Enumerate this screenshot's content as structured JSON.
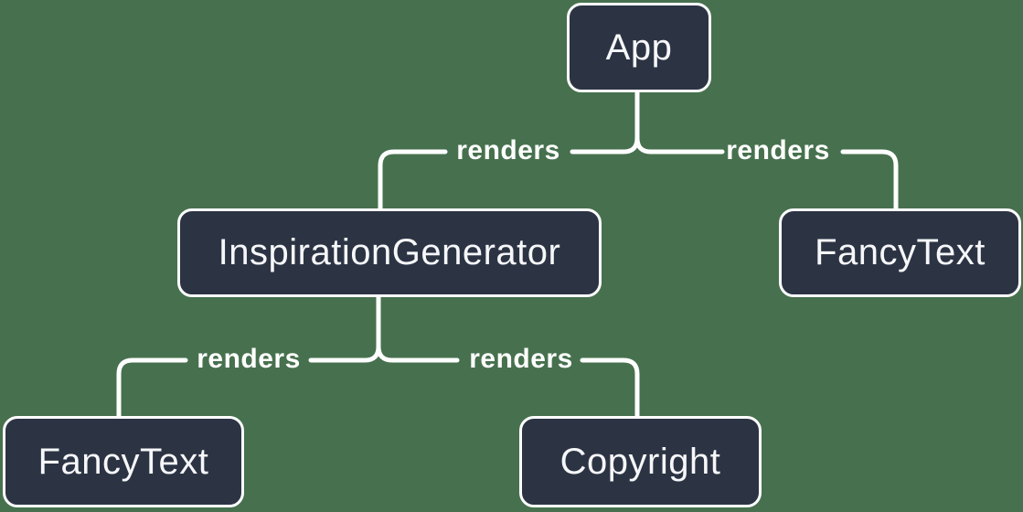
{
  "diagram": {
    "type": "component-render-tree",
    "nodes": [
      {
        "id": "app",
        "label": "App"
      },
      {
        "id": "inspiration-generator",
        "label": "InspirationGenerator"
      },
      {
        "id": "fancy-text-left",
        "label": "FancyText"
      },
      {
        "id": "copyright",
        "label": "Copyright"
      },
      {
        "id": "fancy-text-right",
        "label": "FancyText"
      }
    ],
    "edges": [
      {
        "from": "App",
        "to": "InspirationGenerator",
        "label": "renders"
      },
      {
        "from": "App",
        "to": "FancyText",
        "label": "renders"
      },
      {
        "from": "InspirationGenerator",
        "to": "FancyText",
        "label": "renders"
      },
      {
        "from": "InspirationGenerator",
        "to": "Copyright",
        "label": "renders"
      }
    ],
    "colors": {
      "background": "#47714E",
      "node_fill": "#2C3444",
      "node_border": "#FFFFFF",
      "node_text": "#F6F7F9",
      "line": "#FFFFFF",
      "edge_text": "#FFFFFF"
    }
  }
}
